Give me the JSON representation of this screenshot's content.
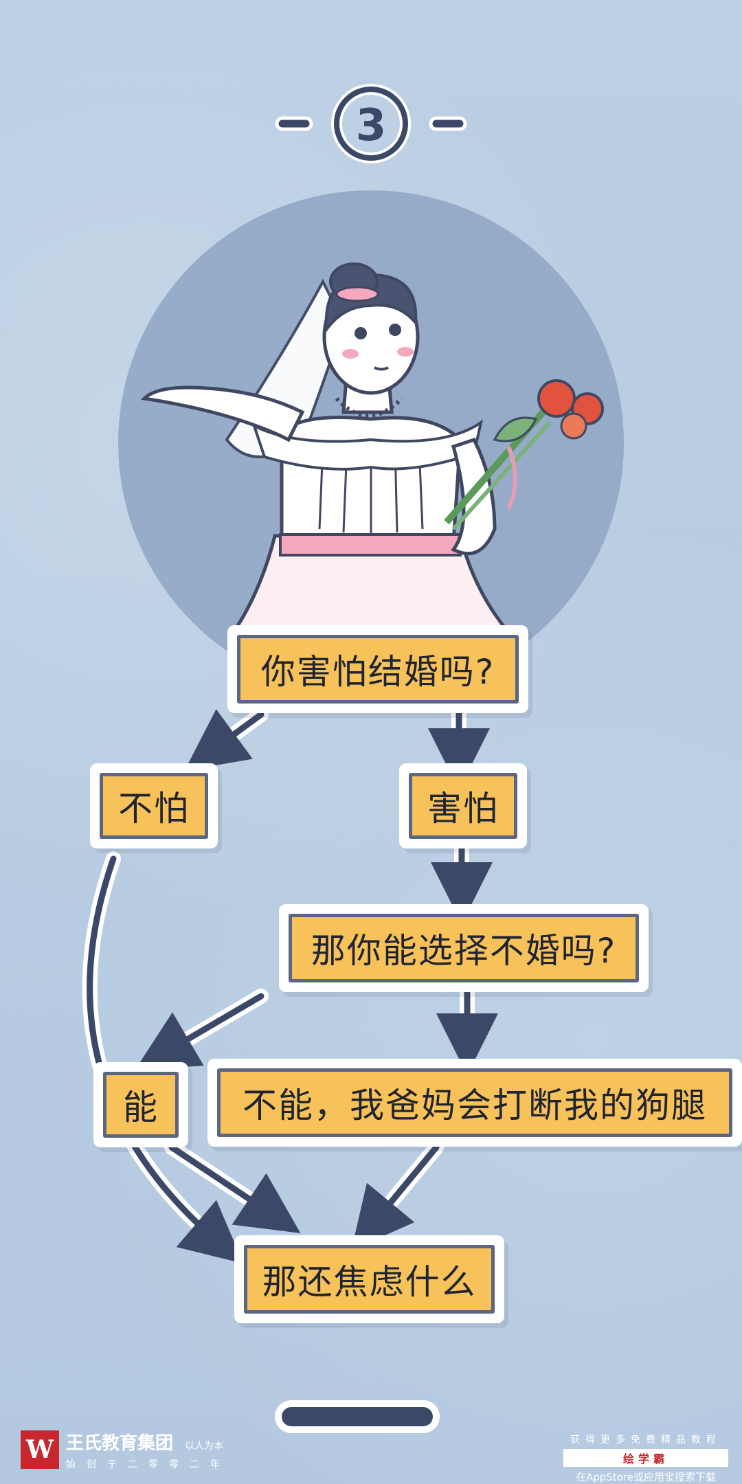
{
  "badge": {
    "number": "3"
  },
  "flow": {
    "q1": "你害怕结婚吗?",
    "no_fear": "不怕",
    "fear": "害怕",
    "q2": "那你能选择不婚吗?",
    "can": "能",
    "cannot": "不能，我爸妈会打断我的狗腿",
    "result": "那还焦虑什么"
  },
  "footer": {
    "brand_name": "王氏教育集团",
    "brand_slogan": "以人为本",
    "brand_sub": "始创于二零零二年",
    "right_line1": "获得更多免费精品教程",
    "right_line2": "绘学霸",
    "right_line3": "在AppStore或应用宝搜索下载"
  },
  "colors": {
    "background": "#b8cde3",
    "box_fill": "#f7c25a",
    "box_border": "#5a6684",
    "arrow": "#3b4867",
    "logo": "#c8282d"
  }
}
